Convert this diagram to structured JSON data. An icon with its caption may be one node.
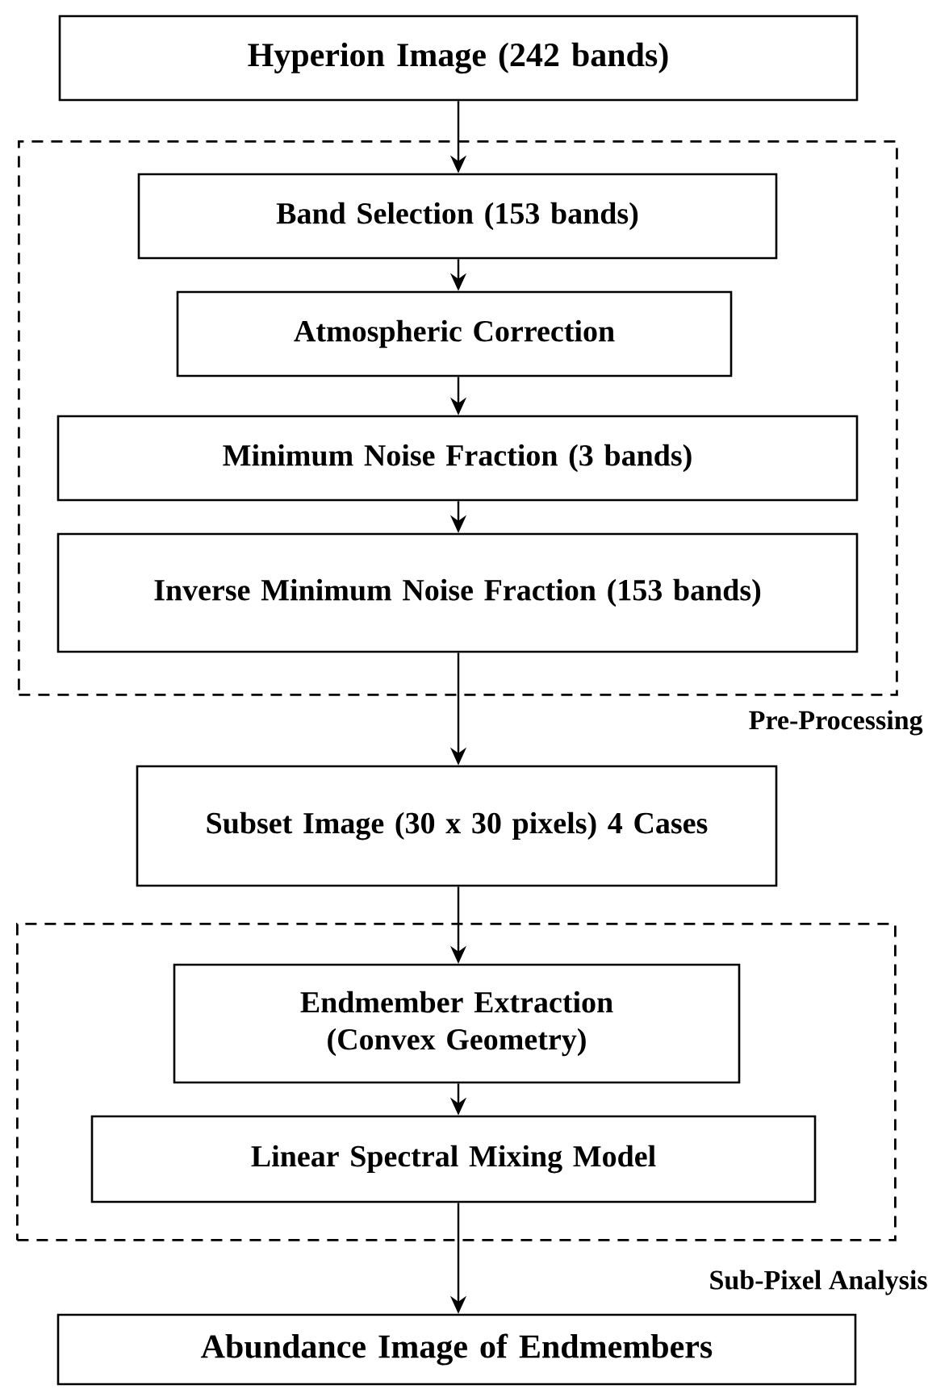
{
  "diagram": {
    "nodes": [
      {
        "text": [
          "Hyperion Image (242 bands)"
        ]
      },
      {
        "text": [
          "Pre-Processing"
        ]
      },
      {
        "text": [
          "Band Selection (153 bands)"
        ],
        "in": 1
      },
      {
        "text": [
          "Atmospheric Correction"
        ],
        "in": 1
      },
      {
        "text": [
          "Minimum Noise Fraction (3 bands)"
        ],
        "in": 1
      },
      {
        "text": [
          "Inverse Minimum Noise Fraction (153 bands)"
        ],
        "in": 1
      },
      {
        "text": [
          "Subset Image (30 x 30 pixels) 4 Cases"
        ]
      },
      {
        "text": [
          "Sub-Pixel Analysis"
        ]
      },
      {
        "text": [
          "Endmember Extraction (Convex Geometry)"
        ],
        "in": 7
      },
      {
        "text": [
          "Linear Spectral Mixing Model"
        ],
        "in": 7
      },
      {
        "text": [
          "Abundance Image of Endmembers"
        ]
      }
    ],
    "edges": [
      {
        "from": 0,
        "to": 2,
        "arrow": "to"
      },
      {
        "from": 2,
        "to": 3,
        "arrow": "to"
      },
      {
        "from": 3,
        "to": 4,
        "arrow": "to"
      },
      {
        "from": 4,
        "to": 5,
        "arrow": "to"
      },
      {
        "from": 5,
        "to": 6,
        "arrow": "to"
      },
      {
        "from": 6,
        "to": 8,
        "arrow": "to"
      },
      {
        "from": 8,
        "to": 9,
        "arrow": "to"
      },
      {
        "from": 9,
        "to": 10,
        "arrow": "to"
      }
    ]
  }
}
